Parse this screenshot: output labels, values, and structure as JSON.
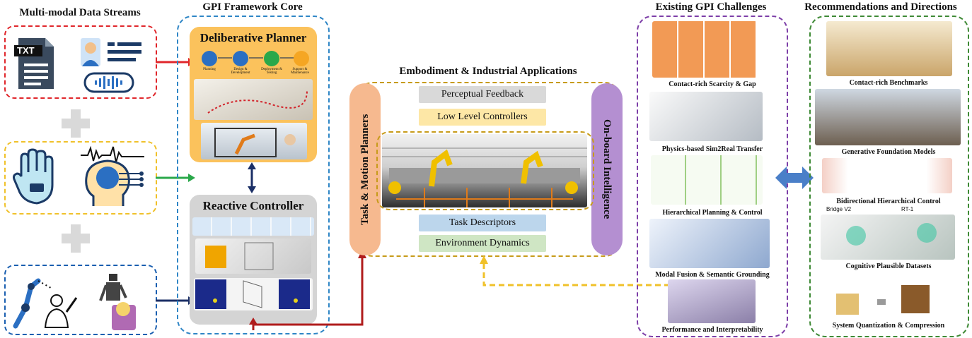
{
  "streams": {
    "title": "Multi-modal Data Streams",
    "txt_label": "TXT"
  },
  "core": {
    "title": "GPI Framework Core",
    "deliberative_title": "Deliberative Planner",
    "reactive_title": "Reactive Controller",
    "planner_steps": [
      "Planning",
      "Design & Development",
      "Deployment & Testing",
      "Support & Maintenance"
    ]
  },
  "embodiment": {
    "title": "Embodiment & Industrial Applications",
    "bars": [
      "Perceptual Feedback",
      "Low Level Controllers",
      "Task Descriptors",
      "Environment Dynamics"
    ],
    "left_pill": "Task & Motion Planners",
    "right_pill": "On-board Intelligence"
  },
  "challenges": {
    "title": "Existing GPI Challenges",
    "items": [
      "Contact-rich Scarcity & Gap",
      "Physics-based Sim2Real Transfer",
      "Hierarchical Planning & Control",
      "Modal Fusion & Semantic Grounding",
      "Performance and Interpretability"
    ]
  },
  "recommendations": {
    "title": "Recommendations and Directions",
    "items": [
      "Contact-rich Benchmarks",
      "Generative Foundation Models",
      "Bidirectional Hierarchical Control",
      "Cognitive Plausible Datasets",
      "System Quantization & Compression"
    ],
    "small_labels": [
      "Bridge V2",
      "RT-1"
    ]
  },
  "colors": {
    "red": "#e0262b",
    "yellow": "#f0c12a",
    "blue": "#1a5fb0",
    "core": "#2f86c6",
    "purple": "#7d3fa8",
    "green": "#3f8a36",
    "gold": "#c79b1a",
    "bar_gray": "#d9d9d9",
    "bar_yellow": "#fde7a6",
    "bar_blue": "#bcd6ec",
    "bar_green": "#cfe6c4",
    "pill_orange": "#f6b98f",
    "pill_purple": "#b48fd1"
  }
}
